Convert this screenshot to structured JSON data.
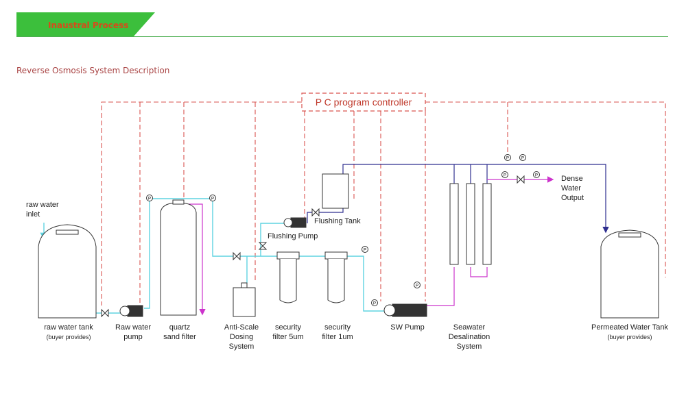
{
  "header": {
    "banner_label": "Inaustral Process",
    "banner_color": "#3cbf3c",
    "section_title": "Reverse Osmosis System Description"
  },
  "diagram": {
    "controller_label": "P C program controller",
    "colors": {
      "control_line": "#d9534f",
      "raw_water_line": "#5fd3e0",
      "permeate_line": "#2e2e8f",
      "concentrate_line": "#cc33cc",
      "equipment": "#333333"
    },
    "labels": {
      "raw_water_inlet": [
        "raw water",
        "inlet"
      ],
      "raw_water_tank": [
        "raw water tank",
        "(buyer provides)"
      ],
      "raw_water_pump": [
        "Raw water",
        "pump"
      ],
      "quartz_filter": [
        "quartz",
        "sand filter"
      ],
      "anti_scale": [
        "Anti-Scale",
        "Dosing",
        "System"
      ],
      "security_5": [
        "security",
        "filter 5um"
      ],
      "security_1": [
        "security",
        "filter 1um"
      ],
      "sw_pump": [
        "SW  Pump"
      ],
      "seawater_system": [
        "Seawater",
        "Desalination",
        "System"
      ],
      "permeated_tank": [
        "Permeated Water Tank",
        "(buyer provides)"
      ],
      "flushing_tank": [
        "Flushing Tank"
      ],
      "flushing_pump": [
        "Flushing Pump"
      ],
      "dense_output": [
        "Dense",
        "Water",
        "Output"
      ]
    },
    "gauge_symbol": "P"
  }
}
